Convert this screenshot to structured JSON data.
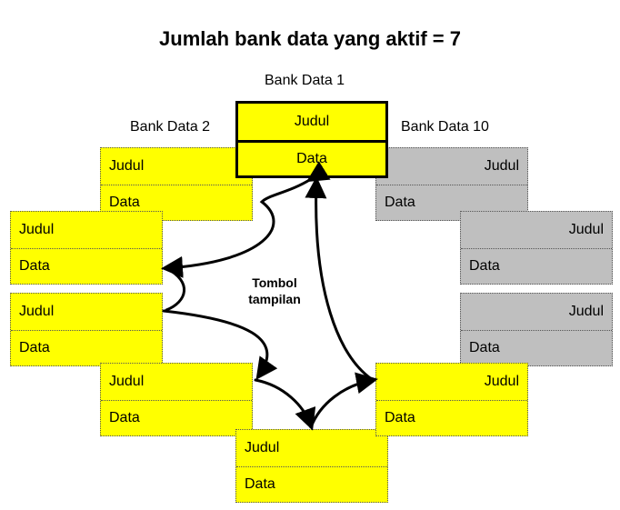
{
  "title": "Jumlah bank data yang aktif = 7",
  "center_label_line1": "Tombol",
  "center_label_line2": "tampilan",
  "colors": {
    "active": "#ffff00",
    "inactive": "#bfbfbf",
    "border": "#000000"
  },
  "captions": {
    "bank1": "Bank Data 1",
    "bank2": "Bank Data 2",
    "bank10": "Bank Data 10"
  },
  "cards": [
    {
      "id": "bank-1",
      "title": "Judul",
      "data": "Data",
      "status": "current"
    },
    {
      "id": "bank-2",
      "title": "Judul",
      "data": "Data",
      "status": "active"
    },
    {
      "id": "bank-3",
      "title": "Judul",
      "data": "Data",
      "status": "active"
    },
    {
      "id": "bank-4",
      "title": "Judul",
      "data": "Data",
      "status": "active"
    },
    {
      "id": "bank-5",
      "title": "Judul",
      "data": "Data",
      "status": "active"
    },
    {
      "id": "bank-6",
      "title": "Judul",
      "data": "Data",
      "status": "active"
    },
    {
      "id": "bank-7",
      "title": "Judul",
      "data": "Data",
      "status": "active"
    },
    {
      "id": "bank-8",
      "title": "Judul",
      "data": "Data",
      "status": "inactive"
    },
    {
      "id": "bank-9",
      "title": "Judul",
      "data": "Data",
      "status": "inactive"
    },
    {
      "id": "bank-10",
      "title": "Judul",
      "data": "Data",
      "status": "inactive"
    }
  ]
}
